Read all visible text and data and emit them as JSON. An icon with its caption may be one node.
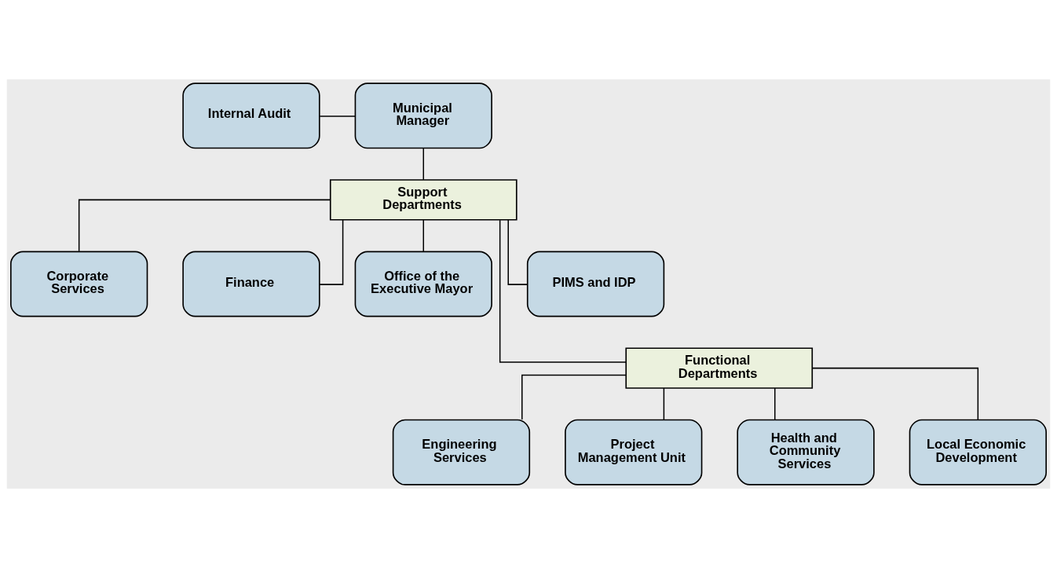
{
  "diagram": {
    "nodes": [
      {
        "text": [
          "Internal Audit"
        ]
      },
      {
        "text": [
          "Municipal Manager"
        ]
      },
      {
        "text": [
          "Support Departments"
        ]
      },
      {
        "text": [
          "Corporate Services"
        ]
      },
      {
        "text": [
          "Finance"
        ]
      },
      {
        "text": [
          "Office of the Executive Mayor"
        ]
      },
      {
        "text": [
          "PIMS and IDP"
        ]
      },
      {
        "text": [
          "Functional Departments"
        ]
      },
      {
        "text": [
          "Engineering Services"
        ]
      },
      {
        "text": [
          "Project Management Unit"
        ]
      },
      {
        "text": [
          "Health and Community Services"
        ]
      },
      {
        "text": [
          "Local Economic Development"
        ]
      }
    ],
    "edges": [
      {
        "from": 0,
        "to": 1,
        "arrow": "none"
      },
      {
        "from": 1,
        "to": 2,
        "arrow": "none"
      },
      {
        "from": 2,
        "to": 3,
        "arrow": "none"
      },
      {
        "from": 2,
        "to": 4,
        "arrow": "none"
      },
      {
        "from": 2,
        "to": 7,
        "arrow": "none"
      },
      {
        "from": 2,
        "to": 5,
        "arrow": "none"
      },
      {
        "from": 2,
        "to": 6,
        "arrow": "none"
      },
      {
        "from": 7,
        "to": 8,
        "arrow": "none"
      },
      {
        "from": 7,
        "to": 9,
        "arrow": "none"
      },
      {
        "from": 7,
        "to": 10,
        "arrow": "none"
      },
      {
        "from": 7,
        "to": 11,
        "arrow": "none"
      }
    ]
  }
}
